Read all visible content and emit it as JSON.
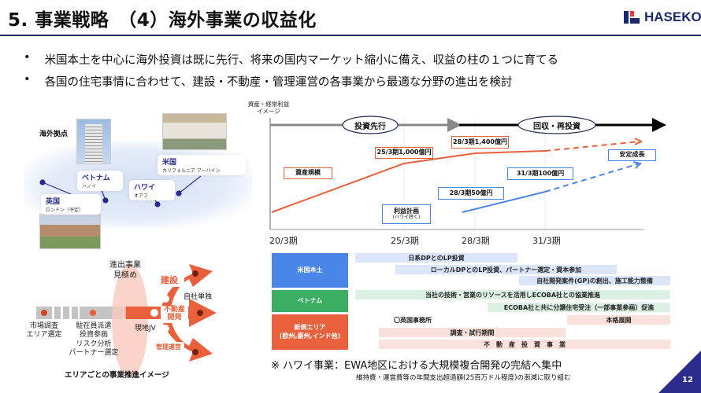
{
  "header": {
    "title": "5. 事業戦略　（4）海外事業の収益化",
    "logo_text": "HASEKO",
    "page_number": "12"
  },
  "bullets": [
    "米国本土を中心に海外投資は既に先行、将来の国内マーケット縮小に備え、収益の柱の１つに育てる",
    "各国の住宅事情に合わせて、建設・不動産・管理運営の各事業から最適な分野の進出を検討"
  ],
  "map": {
    "title": "海外拠点",
    "locations": [
      {
        "name": "米国",
        "city": "カリフォルニア アーバイン"
      },
      {
        "name": "ベトナム",
        "city": "ハノイ"
      },
      {
        "name": "ハワイ",
        "city": "オアフ"
      },
      {
        "name": "英国",
        "city": "ロンドン（予定）"
      }
    ]
  },
  "flow": {
    "caption": "エリアごとの事業推進イメージ",
    "stage1": [
      "市場調査",
      "エリア選定"
    ],
    "stage2": [
      "駐在員派遣",
      "投資参画",
      "リスク分析",
      "パートナー選定"
    ],
    "decision": [
      "進出事業",
      "見極め"
    ],
    "jv": "現地JV",
    "branches": [
      "建設",
      "不動産\n開発",
      "管理運営"
    ],
    "own": "自社単独"
  },
  "chart": {
    "ylabel": [
      "資産・経常利益",
      "イメージ"
    ],
    "phases": [
      "投資先行",
      "回収・再投資"
    ],
    "ticks": [
      "20/3期",
      "25/3期",
      "28/3期",
      "31/3期"
    ],
    "labels": {
      "asset": "資産規模",
      "a25": "25/3期1,000億円",
      "a28": "28/3期1,400億円",
      "stable": "安定成長",
      "p31": "31/3期100億円",
      "p28": "28/3期50億円",
      "plan": "利益計画",
      "plan_note": "(ハワイ除く)"
    },
    "colors": {
      "asset": "#e8603c",
      "profit": "#4a86e8"
    }
  },
  "gantt": {
    "groups": [
      {
        "label": "米国本土",
        "color": "#4a86e8",
        "bars": [
          "日系DPとのLP投資",
          "ローカルDPとのLP投資、パートナー選定・資本参加",
          "自社開発案件(GP)の創出、施工能力整備"
        ]
      },
      {
        "label": "ベトナム",
        "color": "#3cae64",
        "bars": [
          "当社の技術・営業のリソースを活用しECOBA社との協業推進",
          "ECOBA社と共に分譲住宅受注（一部事業参画）促進"
        ]
      },
      {
        "label": "新規エリア\n(欧州,豪州,インド他)",
        "color": "#e8603c",
        "bars": [
          "〇英国事務所",
          "本格展開",
          "調査・試行期間",
          "不　動　産　投　資　事　業"
        ]
      }
    ]
  },
  "footnote": {
    "main": "※ ハワイ事業：EWA地区における大規模複合開発の完結へ集中",
    "sub": "維持費・運営費等の年間支出超過額(25百万ドル程度)の漸減に取り組む"
  }
}
